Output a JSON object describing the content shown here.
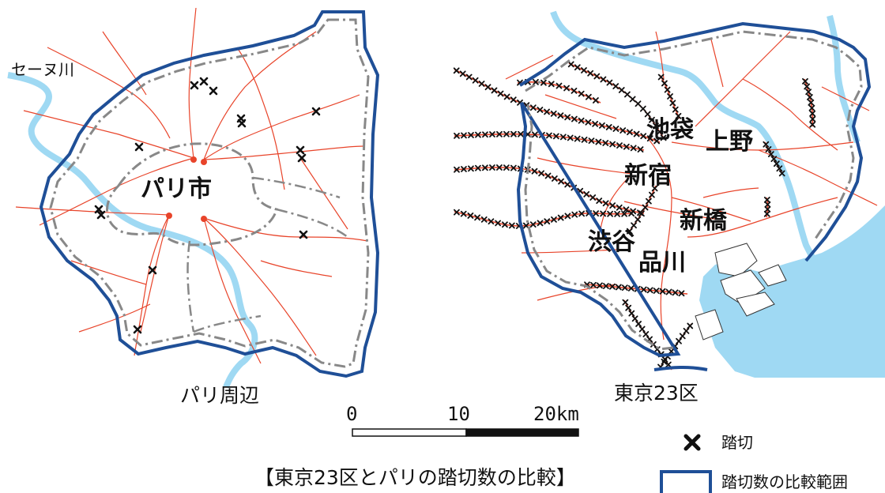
{
  "labels": {
    "river": "セーヌ川",
    "paris_city": "パリ市",
    "paris_area": "パリ周辺",
    "tokyo_area": "東京23区",
    "stations": {
      "ikebukuro": "池袋",
      "ueno": "上野",
      "shinjuku": "新宿",
      "shimbashi": "新橋",
      "shibuya": "渋谷",
      "shinagawa": "品川"
    }
  },
  "scale_bar": {
    "ticks": [
      "0",
      "10",
      "20km"
    ]
  },
  "caption": "【東京23区とパリの踏切数の比較】",
  "legend": {
    "crossing": "踏切",
    "boundary": "踏切数の比較範囲"
  },
  "colors": {
    "boundary": "#1f4f97",
    "admin_line": "#888888",
    "rail": "#e8442a",
    "water": "#9fd9f3",
    "crossing": "#111111"
  }
}
